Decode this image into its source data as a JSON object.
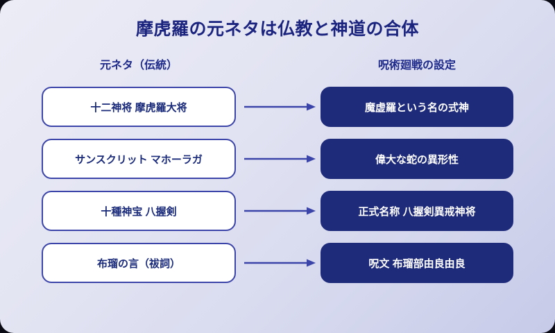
{
  "page": {
    "title": "摩虎羅の元ネタは仏教と神道の合体",
    "background_gradient_from": "#ececf6",
    "background_gradient_to": "#c6cae8",
    "title_color": "#1a237e"
  },
  "columns": {
    "left_header": "元ネタ（伝統）",
    "right_header": "呪術廻戦の設定"
  },
  "style": {
    "left_box_fill": "#ffffff",
    "left_box_border": "#3b44a8",
    "left_box_text": "#1a2a7a",
    "right_box_fill": "#1e2a7a",
    "right_box_text": "#ffffff",
    "arrow_color": "#3b44a8"
  },
  "rows": [
    {
      "source": "十二神将 摩虎羅大将",
      "target": "魔虚羅という名の式神",
      "arrow": "arrow-right-icon"
    },
    {
      "source": "サンスクリット マホーラガ",
      "target": "偉大な蛇の異形性",
      "arrow": "arrow-right-icon"
    },
    {
      "source": "十種神宝 八握剣",
      "target": "正式名称 八握剣異戒神将",
      "arrow": "arrow-right-icon"
    },
    {
      "source": "布瑠の言（祓詞）",
      "target": "呪文 布瑠部由良由良",
      "arrow": "arrow-right-icon"
    }
  ]
}
